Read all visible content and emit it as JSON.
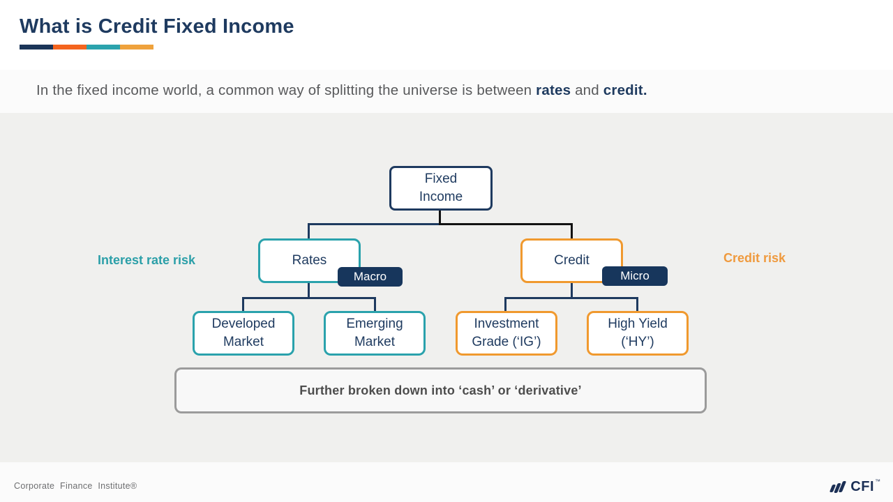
{
  "header": {
    "title": "What is Credit Fixed Income"
  },
  "intro": {
    "part1": "In the fixed income world, a common way of splitting the universe is between ",
    "bold1": "rates",
    "part2": " and ",
    "bold2": "credit."
  },
  "diagram": {
    "root": {
      "label": "Fixed\nIncome"
    },
    "left_branch": {
      "node": "Rates",
      "badge": "Macro",
      "risk_label": "Interest rate risk",
      "children": [
        {
          "label": "Developed\nMarket"
        },
        {
          "label": "Emerging\nMarket"
        }
      ]
    },
    "right_branch": {
      "node": "Credit",
      "badge": "Micro",
      "risk_label": "Credit risk",
      "children": [
        {
          "label": "Investment\nGrade (‘IG’)"
        },
        {
          "label": "High Yield\n(‘HY’)"
        }
      ]
    },
    "note": "Further broken down into ‘cash’ or ‘derivative’"
  },
  "footer": {
    "company": "Corporate Finance Institute®",
    "logo_text": "CFI",
    "trademark": "™"
  },
  "colors": {
    "navy": "#1e3a5f",
    "teal": "#2aa2ac",
    "orange_border": "#f0992e",
    "orange_label": "#ef9a3e",
    "badge_bg": "#17365c",
    "diagram_bg": "#f0f0ee",
    "band_bg": "#fbfbfb",
    "note_border": "#9b9b9b",
    "underline_segments": [
      "#1b3558",
      "#f4641e",
      "#2ba3ad",
      "#efa23c"
    ]
  }
}
